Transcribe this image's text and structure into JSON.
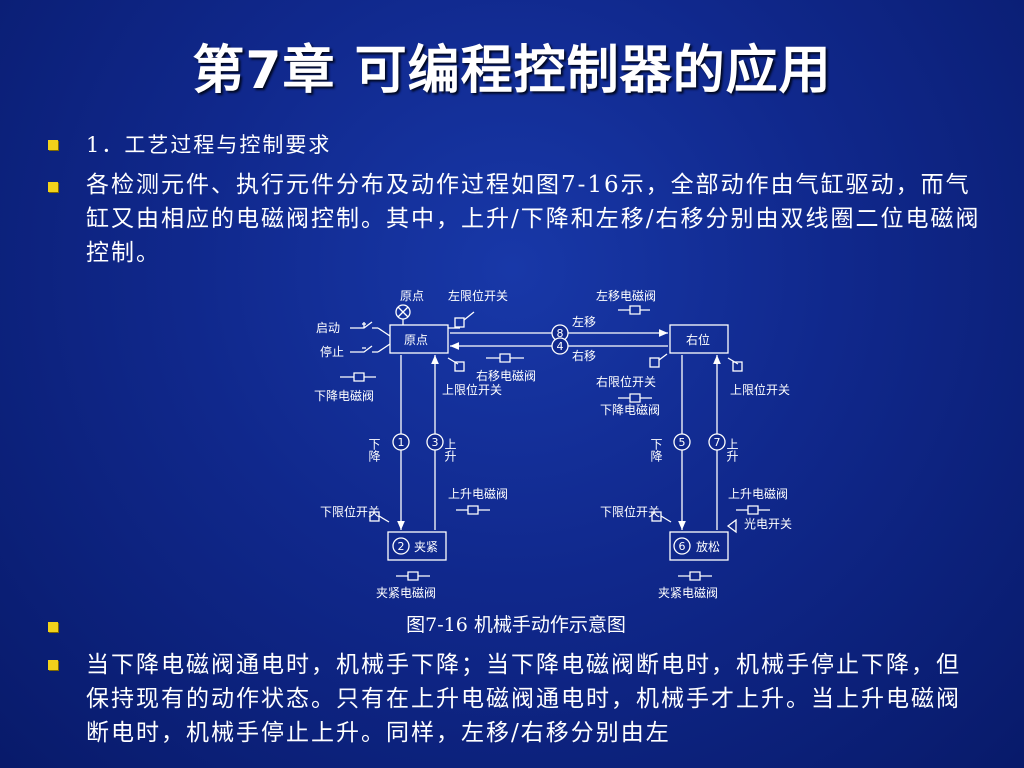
{
  "slide": {
    "title": "第7章  可编程控制器的应用",
    "bullets": [
      "1．工艺过程与控制要求",
      "各检测元件、执行元件分布及动作过程如图7-16示，全部动作由气缸驱动，而气缸又由相应的电磁阀控制。其中，上升/下降和左移/右移分别由双线圈二位电磁阀控制。",
      "图7-16   机械手动作示意图",
      "当下降电磁阀通电时，机械手下降；当下降电磁阀断电时，机械手停止下降，但保持现有的动作状态。只有在上升电磁阀通电时，机械手才上升。当上升电磁阀断电时，机械手停止上升。同样，左移/右移分别由左"
    ]
  },
  "diagram": {
    "labels": {
      "origin_top": "原点",
      "left_limit": "左限位开关",
      "left_valve": "左移电磁阀",
      "start": "启动",
      "stop": "停止",
      "origin_box": "原点",
      "left_move": "左移",
      "right_box": "右位",
      "right_move": "右移",
      "right_valve": "右移电磁阀",
      "down_valve_left": "下降电磁阀",
      "up_limit_left": "上限位开关",
      "right_limit": "右限位开关",
      "up_limit_right": "上限位开关",
      "down_valve_right": "下降电磁阀",
      "down_a": "下降",
      "up_a": "上升",
      "down_b": "下降",
      "up_b": "上升",
      "low_limit_left": "下限位开关",
      "up_valve_left": "上升电磁阀",
      "low_limit_right": "下限位开关",
      "up_valve_right": "上升电磁阀",
      "photo_switch": "光电开关",
      "clamp_box": "夹紧",
      "release_box": "放松",
      "clamp_valve": "夹紧电磁阀",
      "release_valve": "夹紧电磁阀",
      "n1": "1",
      "n2": "2",
      "n3": "3",
      "n4": "4",
      "n5": "5",
      "n6": "6",
      "n7": "7",
      "n8": "8"
    }
  }
}
